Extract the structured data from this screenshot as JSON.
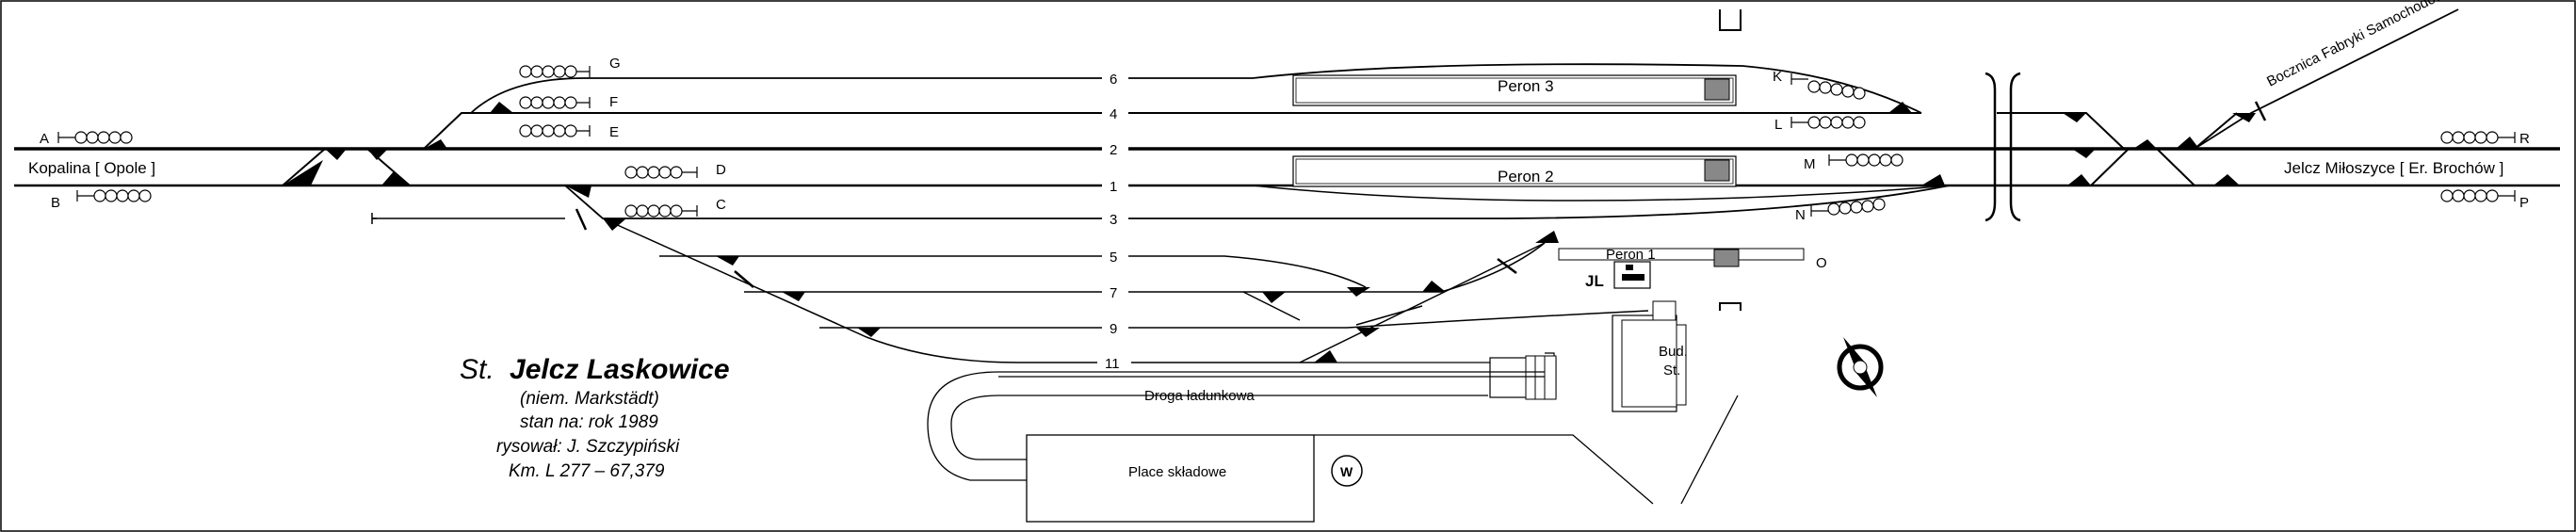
{
  "diagram": {
    "tracks": [
      {
        "number": "6"
      },
      {
        "number": "4"
      },
      {
        "number": "2"
      },
      {
        "number": "1"
      },
      {
        "number": "3"
      },
      {
        "number": "5"
      },
      {
        "number": "7"
      },
      {
        "number": "9"
      },
      {
        "number": "11"
      }
    ],
    "signals": [
      "A",
      "B",
      "C",
      "D",
      "E",
      "F",
      "G",
      "K",
      "L",
      "M",
      "N",
      "O",
      "P",
      "R"
    ],
    "directions": {
      "west": "Kopalina [ Opole ]",
      "east": "Jelcz Miłoszyce [ Er. Brochów ]",
      "siding": "Bocznica Fabryki Samochodów"
    },
    "platforms": {
      "p3": "Peron 3",
      "p2": "Peron 2",
      "p1": "Peron 1"
    },
    "buildings": {
      "jl": "JL",
      "station_line1": "Bud.",
      "station_line2": "St.",
      "road": "Droga ładunkowa",
      "yard": "Place składowe",
      "water": "W"
    },
    "title": {
      "prefix": "St.",
      "name": "Jelcz Laskowice",
      "german": "(niem. Markstädt)",
      "state": "stan na: rok 1989",
      "author": "rysował: J. Szczypiński",
      "km": "Km. L 277 – 67,379"
    }
  }
}
